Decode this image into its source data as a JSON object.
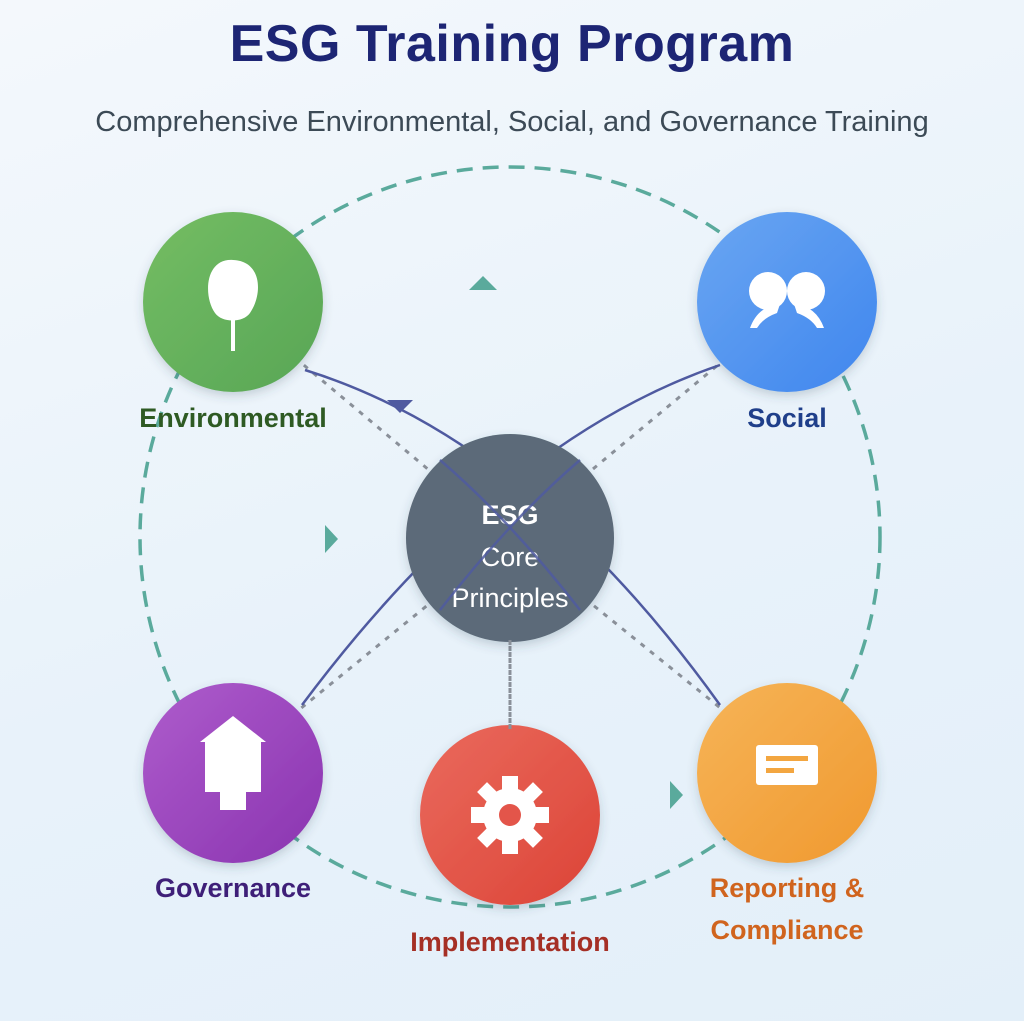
{
  "title": "ESG Training Program",
  "subtitle": "Comprehensive Environmental, Social, and Governance Training",
  "center": {
    "line1": "ESG",
    "line2": "Core",
    "line3": "Principles"
  },
  "nodes": {
    "environmental": {
      "label": "Environmental",
      "icon": "tree-icon",
      "color": "#66b35c",
      "label_color": "#2e5a23"
    },
    "social": {
      "label": "Social",
      "icon": "people-icon",
      "color": "#4e8ff0",
      "label_color": "#1f3f8a"
    },
    "governance": {
      "label": "Governance",
      "icon": "building-icon",
      "color": "#9b44bd",
      "label_color": "#3e1f78"
    },
    "implementation": {
      "label": "Implementation",
      "icon": "gear-icon",
      "color": "#e3554a",
      "label_color": "#a52f25"
    },
    "reporting": {
      "label_line1": "Reporting &",
      "label_line2": "Compliance",
      "icon": "document-icon",
      "color": "#f3a640",
      "label_color": "#d0641e"
    }
  },
  "colors": {
    "center": "#5b6b79",
    "orbit": "#5aaa9c",
    "connector": "#4f5aa0",
    "dotted": "#8a9099"
  }
}
